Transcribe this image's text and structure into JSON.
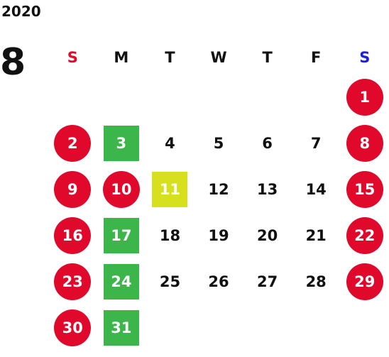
{
  "calendar": {
    "year": "2020",
    "month": "8",
    "weekdays": [
      "S",
      "M",
      "T",
      "W",
      "T",
      "F",
      "S"
    ],
    "weeks": [
      [
        null,
        null,
        null,
        null,
        null,
        null,
        {
          "day": "1",
          "mark": "red"
        }
      ],
      [
        {
          "day": "2",
          "mark": "red"
        },
        {
          "day": "3",
          "mark": "green"
        },
        {
          "day": "4"
        },
        {
          "day": "5"
        },
        {
          "day": "6"
        },
        {
          "day": "7"
        },
        {
          "day": "8",
          "mark": "red"
        }
      ],
      [
        {
          "day": "9",
          "mark": "red"
        },
        {
          "day": "10",
          "mark": "red"
        },
        {
          "day": "11",
          "mark": "yellow"
        },
        {
          "day": "12"
        },
        {
          "day": "13"
        },
        {
          "day": "14"
        },
        {
          "day": "15",
          "mark": "red"
        }
      ],
      [
        {
          "day": "16",
          "mark": "red"
        },
        {
          "day": "17",
          "mark": "green"
        },
        {
          "day": "18"
        },
        {
          "day": "19"
        },
        {
          "day": "20"
        },
        {
          "day": "21"
        },
        {
          "day": "22",
          "mark": "red"
        }
      ],
      [
        {
          "day": "23",
          "mark": "red"
        },
        {
          "day": "24",
          "mark": "green"
        },
        {
          "day": "25"
        },
        {
          "day": "26"
        },
        {
          "day": "27"
        },
        {
          "day": "28"
        },
        {
          "day": "29",
          "mark": "red"
        }
      ],
      [
        {
          "day": "30",
          "mark": "red"
        },
        {
          "day": "31",
          "mark": "green"
        },
        null,
        null,
        null,
        null,
        null
      ]
    ]
  },
  "colors": {
    "red": "#e0092c",
    "green": "#3cb54a",
    "yellow": "#d6e01e",
    "sunday_label": "#e00a2b",
    "saturday_label": "#1c22d6"
  }
}
